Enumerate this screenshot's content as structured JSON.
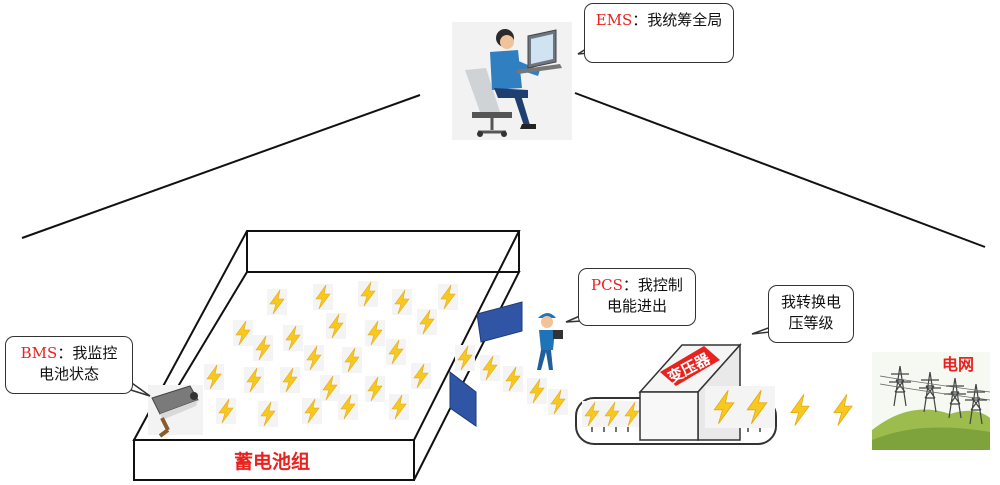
{
  "ems": {
    "tag": "EMS",
    "sep": "：",
    "text": "我统筹全局"
  },
  "pcs": {
    "tag": "PCS",
    "sep": "：",
    "text": "我控制电能进出"
  },
  "bms": {
    "tag": "BMS",
    "sep": "：",
    "text": "我监控电池状态"
  },
  "transformer_bubble": {
    "text": "我转换电压等级"
  },
  "battery_label": "蓄电池组",
  "transformer_label": "变压器",
  "grid_label": "电网",
  "colors": {
    "tag_red": "#e8231f",
    "bolt_yellow": "#f7c81e",
    "panel_blue": "#2f55a4",
    "worker_blue": "#1f73b7",
    "grass_green": "#9cbc4e"
  },
  "icons": [
    "person-at-computer-icon",
    "security-camera-icon",
    "worker-tablet-icon",
    "power-tower-icon",
    "lightning-bolt-icon"
  ]
}
